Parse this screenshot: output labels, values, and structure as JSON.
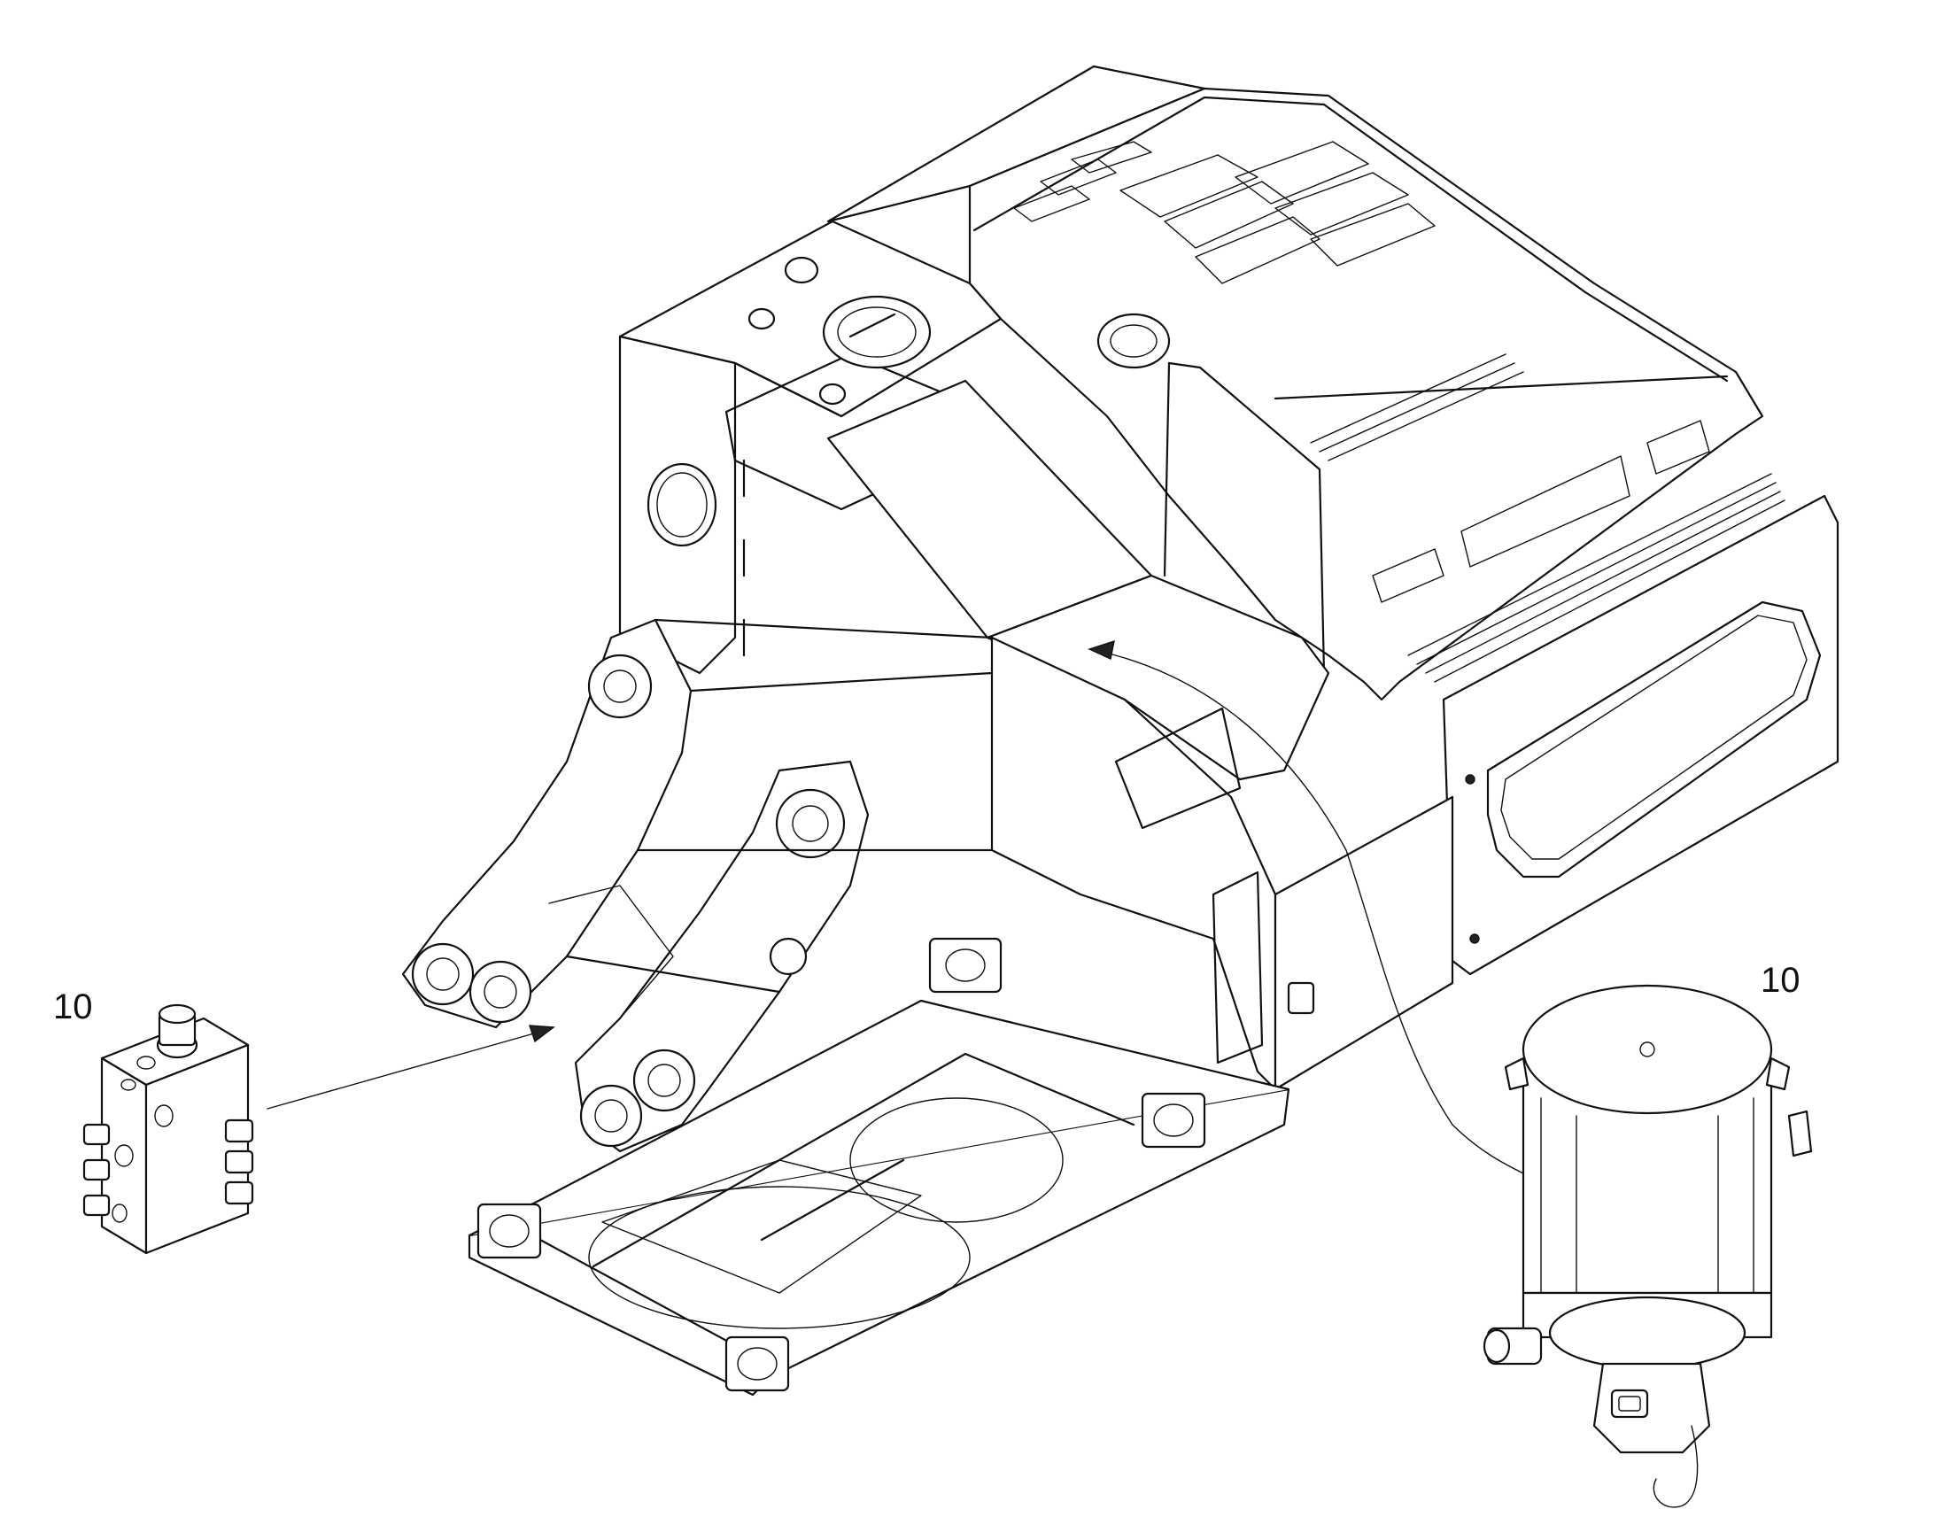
{
  "callouts": [
    {
      "id": "valve",
      "label": "10"
    },
    {
      "id": "pump",
      "label": "10"
    }
  ]
}
